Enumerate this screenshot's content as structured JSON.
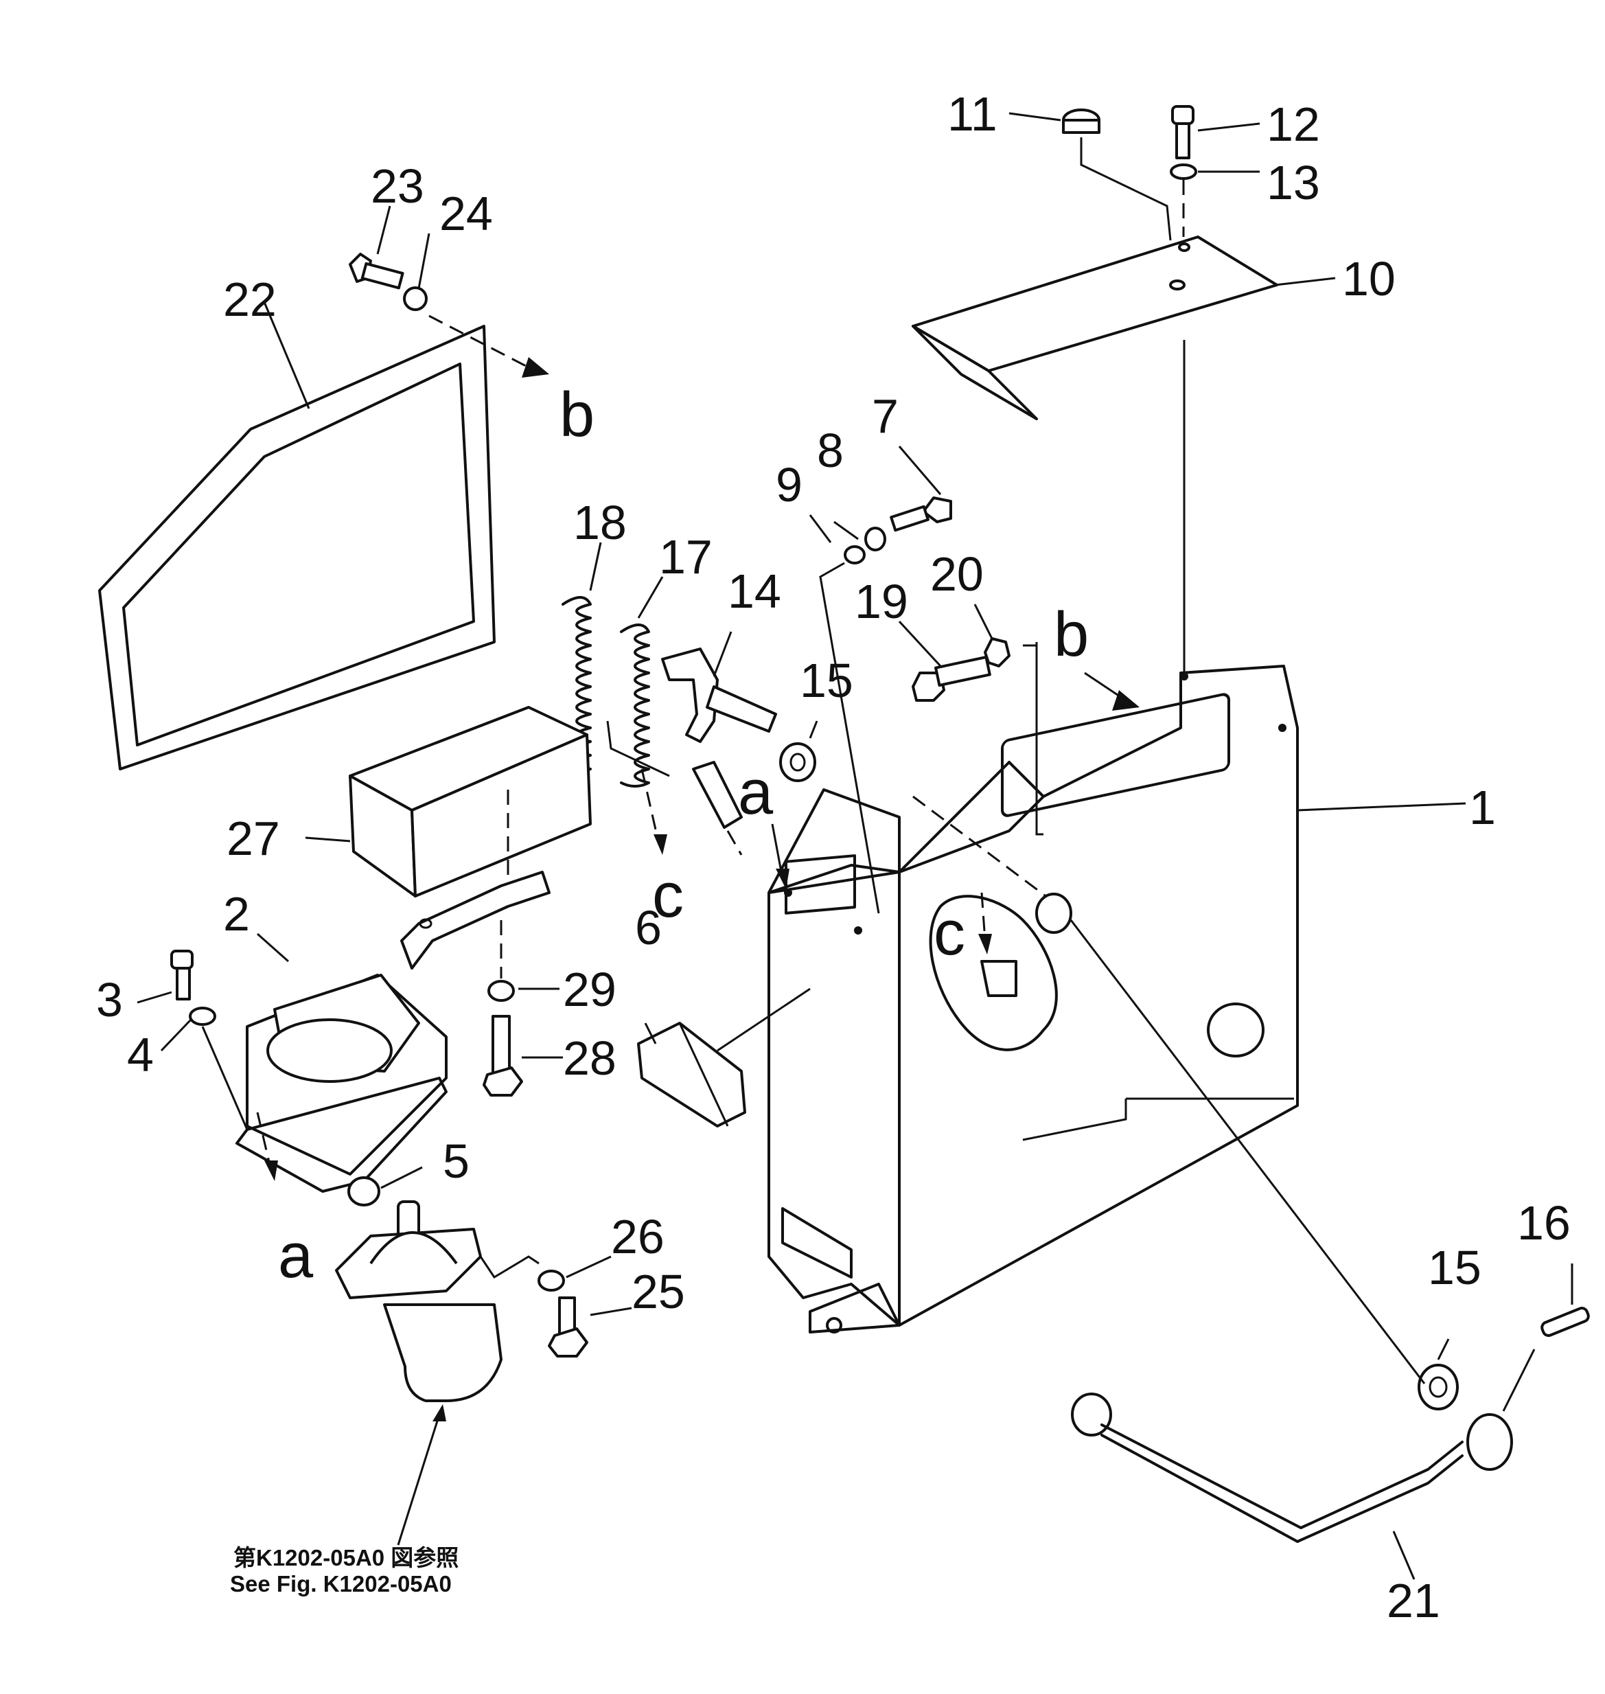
{
  "diagram": {
    "part_labels": [
      "1",
      "2",
      "3",
      "4",
      "5",
      "6",
      "7",
      "8",
      "9",
      "10",
      "11",
      "12",
      "13",
      "14",
      "15",
      "15",
      "16",
      "17",
      "18",
      "19",
      "20",
      "21",
      "22",
      "23",
      "24",
      "25",
      "26",
      "27",
      "28",
      "29"
    ],
    "view_letters": [
      "a",
      "a",
      "b",
      "b",
      "c",
      "c"
    ],
    "reference_note": {
      "line_jp": "第K1202-05A0 図参照",
      "line_en": "See Fig. K1202-05A0"
    }
  },
  "colors": {
    "ink": "#111111",
    "paper": "#ffffff"
  }
}
